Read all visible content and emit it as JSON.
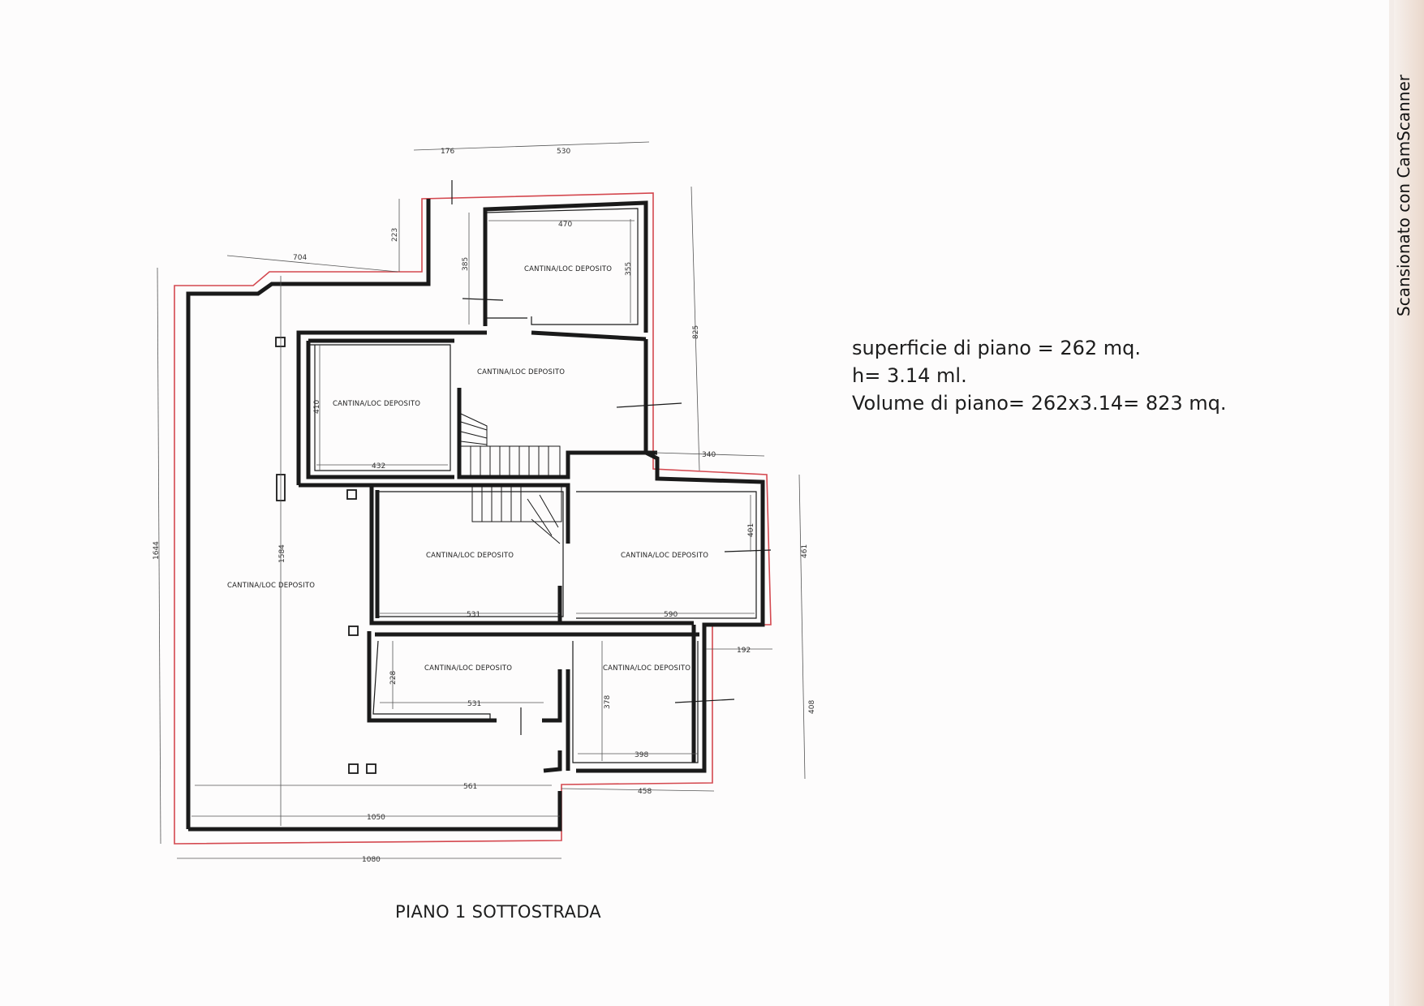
{
  "plan": {
    "rooms": [
      {
        "id": "top",
        "label": "CANTINA/LOC DEPOSITO"
      },
      {
        "id": "center",
        "label": "CANTINA/LOC DEPOSITO"
      },
      {
        "id": "left-small",
        "label": "CANTINA/LOC DEPOSITO"
      },
      {
        "id": "mid-left",
        "label": "CANTINA/LOC DEPOSITO"
      },
      {
        "id": "mid-right",
        "label": "CANTINA/LOC DEPOSITO"
      },
      {
        "id": "large-left",
        "label": "CANTINA/LOC DEPOSITO"
      },
      {
        "id": "bottom-left",
        "label": "CANTINA/LOC DEPOSITO"
      },
      {
        "id": "bottom-right",
        "label": "CANTINA/LOC DEPOSITO"
      }
    ],
    "dimensions": {
      "d176": "176",
      "d530": "530",
      "d470": "470",
      "d223": "223",
      "d704": "704",
      "d385": "385",
      "d355": "355",
      "d825": "825",
      "d410": "410",
      "d432": "432",
      "d340": "340",
      "d1644": "1644",
      "d1584": "1584",
      "d401": "401",
      "d461": "461",
      "d531a": "531",
      "d590": "590",
      "d192": "192",
      "d228": "228",
      "d531b": "531",
      "d378": "378",
      "d408": "408",
      "d398": "398",
      "d561": "561",
      "d458": "458",
      "d1050": "1050",
      "d1080": "1080"
    }
  },
  "info": {
    "line1": "superficie di piano = 262 mq.",
    "line2": "h= 3.14 ml.",
    "line3": "Volume di piano= 262x3.14= 823 mq."
  },
  "title": "PIANO 1 SOTTOSTRADA",
  "watermark": "Scansionato con CamScanner",
  "colors": {
    "wall": "#1a1a1a",
    "outline": "#d4484f",
    "dimension": "#555555"
  }
}
